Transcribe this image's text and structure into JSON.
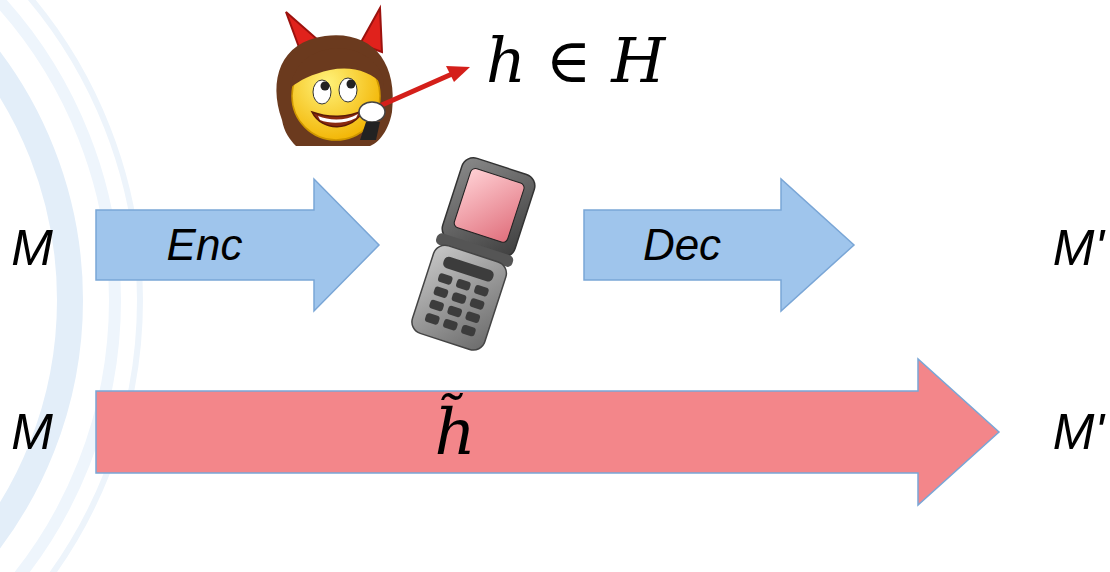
{
  "diagram": {
    "nodes": [
      {
        "text": [
          "Enc"
        ]
      },
      {
        "text": [
          "Dec"
        ]
      },
      {
        "text": [
          "h̃"
        ]
      }
    ],
    "labels": [
      "h ∈ H",
      "M",
      "M'",
      "M",
      "M'"
    ]
  }
}
